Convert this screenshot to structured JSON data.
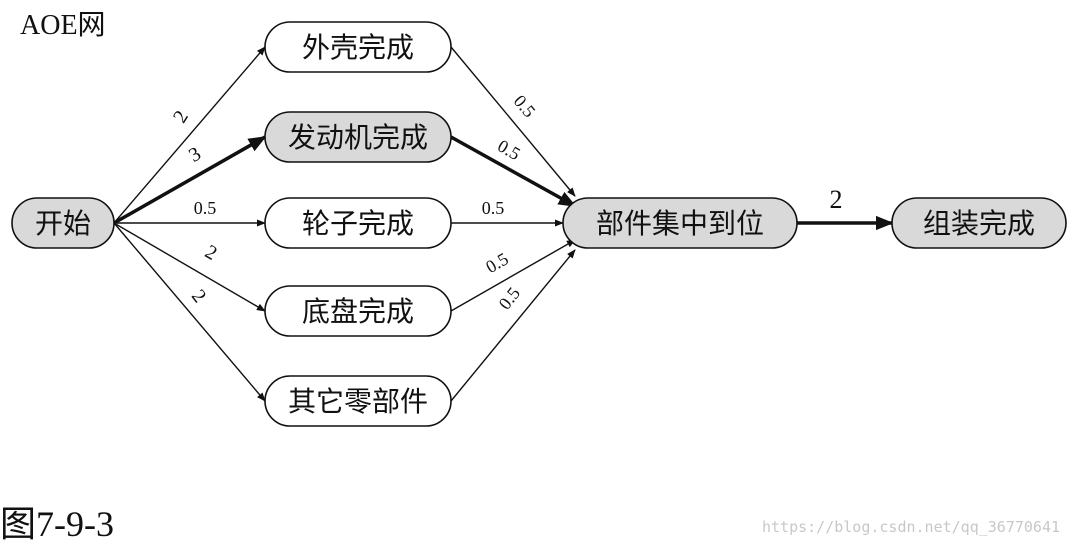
{
  "diagram_title": "AOE网",
  "caption": "图7-9-3",
  "watermark": "https://blog.csdn.net/qq_36770641",
  "nodes": {
    "start": "开始",
    "shell": "外壳完成",
    "engine": "发动机完成",
    "wheels": "轮子完成",
    "chassis": "底盘完成",
    "other": "其它零部件",
    "gather": "部件集中到位",
    "assembly": "组装完成"
  },
  "edges": [
    {
      "from": "start",
      "to": "shell",
      "weight": "2",
      "critical": false
    },
    {
      "from": "start",
      "to": "engine",
      "weight": "3",
      "critical": true
    },
    {
      "from": "start",
      "to": "wheels",
      "weight": "0.5",
      "critical": false
    },
    {
      "from": "start",
      "to": "chassis",
      "weight": "2",
      "critical": false
    },
    {
      "from": "start",
      "to": "other",
      "weight": "2",
      "critical": false
    },
    {
      "from": "shell",
      "to": "gather",
      "weight": "0.5",
      "critical": false
    },
    {
      "from": "engine",
      "to": "gather",
      "weight": "0.5",
      "critical": true
    },
    {
      "from": "wheels",
      "to": "gather",
      "weight": "0.5",
      "critical": false
    },
    {
      "from": "chassis",
      "to": "gather",
      "weight": "0.5",
      "critical": false
    },
    {
      "from": "other",
      "to": "gather",
      "weight": "0.5",
      "critical": false
    },
    {
      "from": "gather",
      "to": "assembly",
      "weight": "2",
      "critical": true
    }
  ],
  "colors": {
    "critical_fill": "#d9d9d9",
    "normal_fill": "#ffffff",
    "stroke": "#111111"
  }
}
